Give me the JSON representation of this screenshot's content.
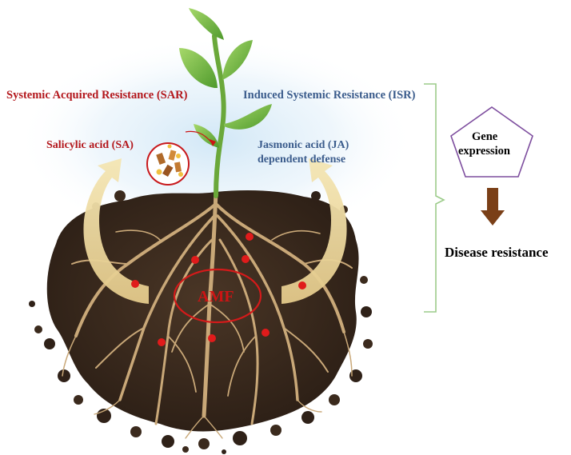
{
  "labels": {
    "sar": "Systemic Acquired Resistance (SAR)",
    "isr": "Induced Systemic Resistance (ISR)",
    "sa": "Salicylic acid (SA)",
    "ja_line1": "Jasmonic acid (JA)",
    "ja_line2": "dependent defense",
    "gene_line1": "Gene",
    "gene_line2": "expression",
    "disease": "Disease resistance",
    "amf": "AMF"
  },
  "colors": {
    "sar_text": "#b3171c",
    "isr_text": "#3b5c8c",
    "soil": "#3a2a1e",
    "roots": "#c9a878",
    "leaf": "#6fb43a",
    "arrow_curve": "#ecd9a3",
    "pentagon_stroke": "#7d4d9e",
    "down_arrow": "#7a3f17",
    "bracket": "#9ccc8a",
    "fungi_dots": "#e01b1b"
  },
  "icons": {
    "pentagon": "pentagon-shape",
    "down_arrow": "down-arrow-icon",
    "bracket": "curly-bracket"
  }
}
